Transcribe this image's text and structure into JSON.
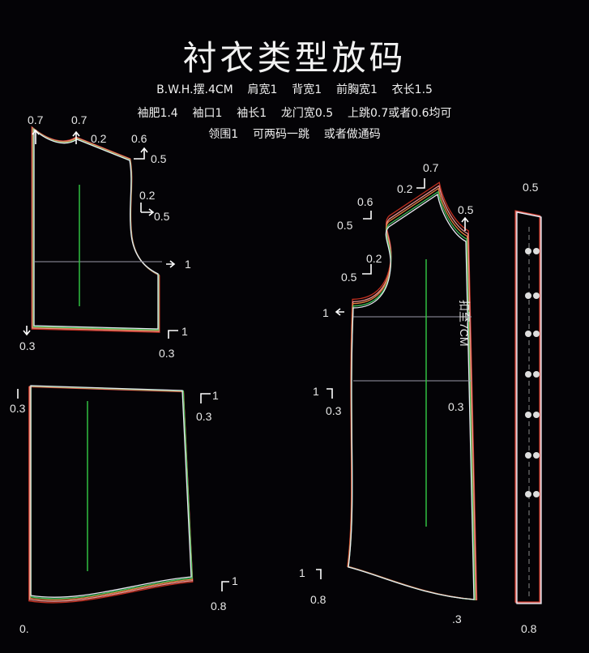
{
  "title": "衬衣类型放码",
  "notes": [
    "B.W.H.摆.4CM    肩宽1    背宽1    前胸宽1    衣长1.5",
    "袖肥1.4    袖口1    袖长1    龙门宽0.5    上跳0.7或者0.6均可",
    "领围1    可两码一跳    或者做通码"
  ],
  "colors": {
    "background": "#040306",
    "line_white": "#e8e8f0",
    "line_green": "#3fbf5a",
    "line_orange": "#e08040",
    "line_pink": "#e89090",
    "line_red": "#c03020",
    "grain_green": "#30c040"
  },
  "back_piece_labels": [
    "0.7",
    "0.7",
    "0.2",
    "0.6",
    "0.5",
    "0.2",
    "0.5",
    "1",
    "0.3",
    "1",
    "0.3"
  ],
  "sleeve_labels": [
    "0.3",
    "1",
    "0.3",
    "1",
    "0.8",
    "0."
  ],
  "front_piece_labels": [
    "0.7",
    "0.2",
    "0.6",
    "0.5",
    "0.5",
    "0.2",
    "0.5",
    "1",
    "1",
    "0.3",
    "0.3",
    "1",
    "0.8",
    ".3"
  ],
  "front_note": "扣至7CM",
  "placket_labels": [
    "0.5",
    "0.8"
  ]
}
